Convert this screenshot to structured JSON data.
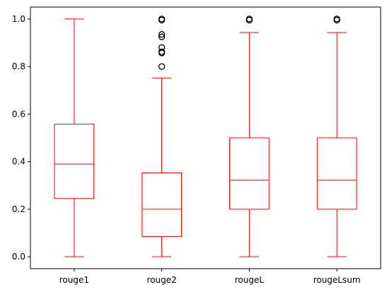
{
  "chart_data": {
    "type": "box",
    "categories": [
      "rouge1",
      "rouge2",
      "rougeL",
      "rougeLsum"
    ],
    "boxes": [
      {
        "name": "rouge1",
        "whisker_low": 0.0,
        "q1": 0.245,
        "median": 0.39,
        "q3": 0.558,
        "whisker_high": 1.0,
        "outliers": []
      },
      {
        "name": "rouge2",
        "whisker_low": 0.0,
        "q1": 0.085,
        "median": 0.2,
        "q3": 0.353,
        "whisker_high": 0.752,
        "outliers": [
          0.8,
          0.857,
          0.862,
          0.88,
          0.925,
          0.935,
          0.995,
          1.0
        ]
      },
      {
        "name": "rougeL",
        "whisker_low": 0.0,
        "q1": 0.2,
        "median": 0.322,
        "q3": 0.5,
        "whisker_high": 0.943,
        "outliers": [
          0.995,
          1.0
        ]
      },
      {
        "name": "rougeLsum",
        "whisker_low": 0.0,
        "q1": 0.2,
        "median": 0.322,
        "q3": 0.5,
        "whisker_high": 0.943,
        "outliers": [
          0.995,
          1.0
        ]
      }
    ],
    "yticks": [
      "0.0",
      "0.2",
      "0.4",
      "0.6",
      "0.8",
      "1.0"
    ],
    "ylim": [
      -0.05,
      1.05
    ],
    "color": "#ff0000",
    "outlier_color": "#000000",
    "title": "",
    "xlabel": "",
    "ylabel": "",
    "grid": false
  }
}
